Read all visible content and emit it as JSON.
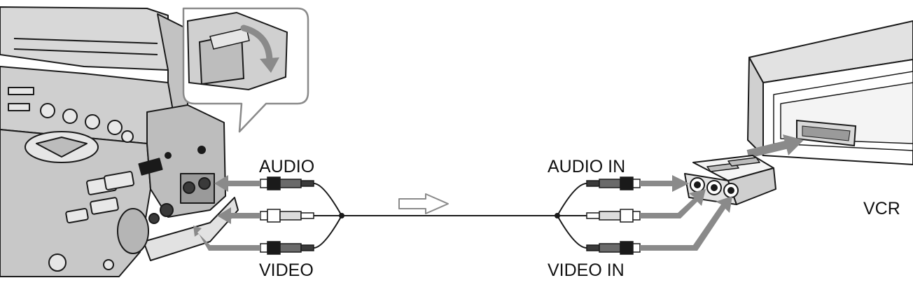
{
  "labels": {
    "camera_audio": "AUDIO",
    "camera_video": "VIDEO",
    "vcr_audio_in": "AUDIO IN",
    "vcr_video_in": "VIDEO IN",
    "vcr": "VCR"
  },
  "colors": {
    "line": "#1a1a1a",
    "device_fill": "#d4d4d4",
    "device_dark": "#8c8c8c",
    "arrow_gray": "#8a8a8a",
    "background": "#ffffff"
  },
  "icons": {
    "signal_direction": "hollow-arrow-right-icon",
    "door_open": "curved-arrow-icon"
  }
}
